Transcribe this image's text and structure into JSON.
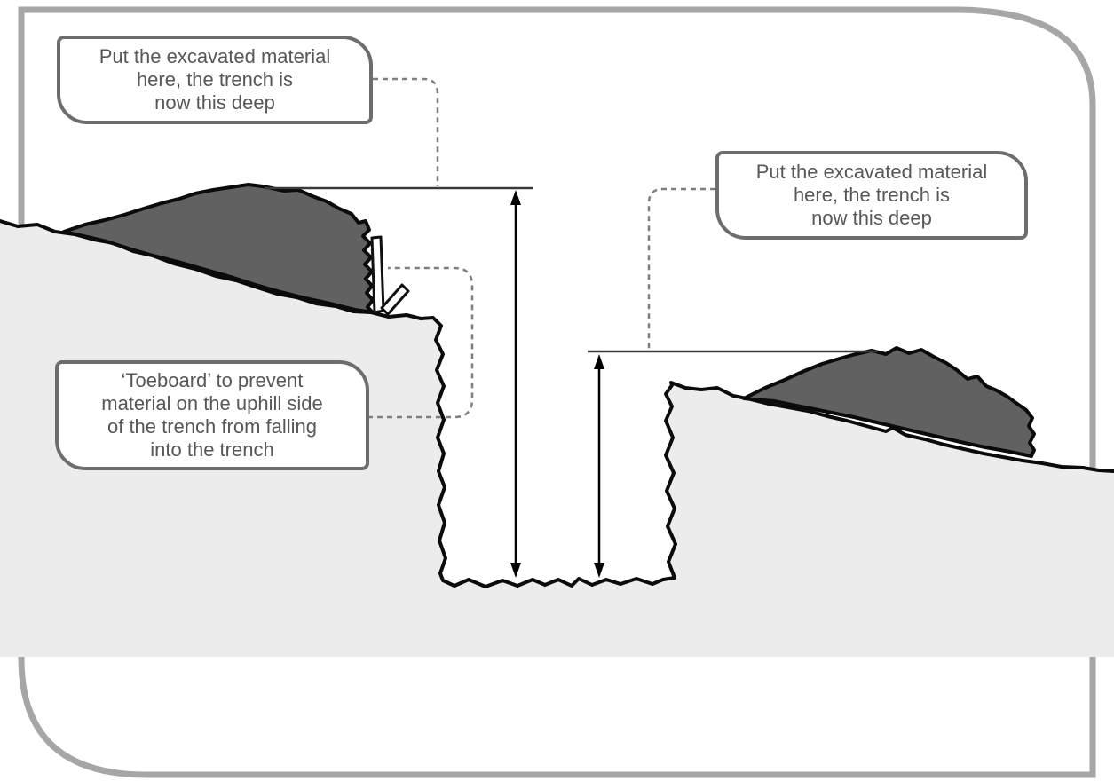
{
  "callouts": {
    "left_spoil": {
      "text": "Put the excavated material\nhere, the trench is\nnow this deep"
    },
    "right_spoil": {
      "text": "Put the excavated material\nhere, the trench is\nnow this deep"
    },
    "toeboard": {
      "text": "‘Toeboard’ to prevent\nmaterial on the uphill side\nof the trench from falling\ninto the trench"
    }
  },
  "colors": {
    "ground": "#ececec",
    "spoil": "#616161",
    "outline": "#0b0b0b",
    "frame": "#a6a6a6",
    "callout_border": "#6d6d6d",
    "callout_bg": "#ffffff",
    "callout_text": "#575757",
    "dashed_connector": "#7f7f7f",
    "datum_line": "#3a3a3a",
    "arrow": "#000000",
    "toeboard_fill": "#ffffff"
  }
}
